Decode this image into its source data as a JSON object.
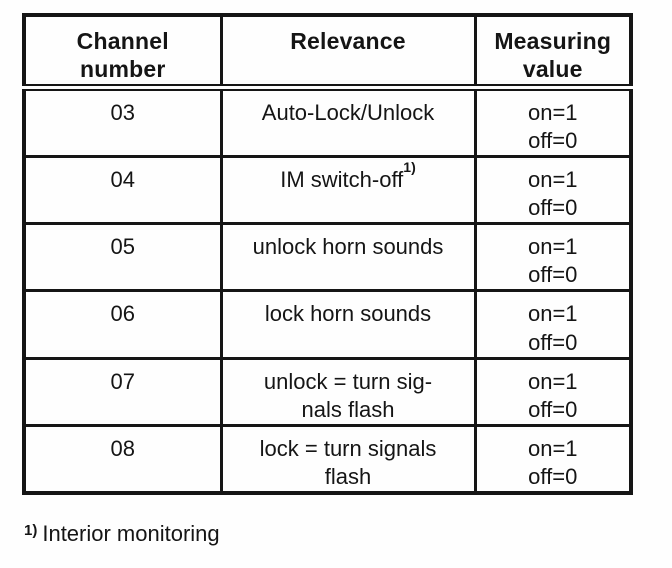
{
  "page": {
    "background_color": "#fefefe",
    "ink_color": "#151515"
  },
  "table": {
    "headers": [
      "Channel\nnumber",
      "Relevance",
      "Measuring\nvalue"
    ],
    "rows": [
      {
        "channel": "03",
        "relevance": "Auto-Lock/Unlock",
        "value": "on=1\noff=0"
      },
      {
        "channel": "04",
        "relevance": "IM switch-off",
        "relevance_sup": "1)",
        "value": "on=1\noff=0"
      },
      {
        "channel": "05",
        "relevance": "unlock horn sounds",
        "value": "on=1\noff=0"
      },
      {
        "channel": "06",
        "relevance": "lock horn sounds",
        "value": "on=1\noff=0"
      },
      {
        "channel": "07",
        "relevance": "unlock = turn sig-\nnals flash",
        "value": "on=1\noff=0"
      },
      {
        "channel": "08",
        "relevance": "lock = turn signals\nflash",
        "value": "on=1\noff=0"
      }
    ]
  },
  "footnote": {
    "marker": "1)",
    "text": "Interior monitoring"
  }
}
